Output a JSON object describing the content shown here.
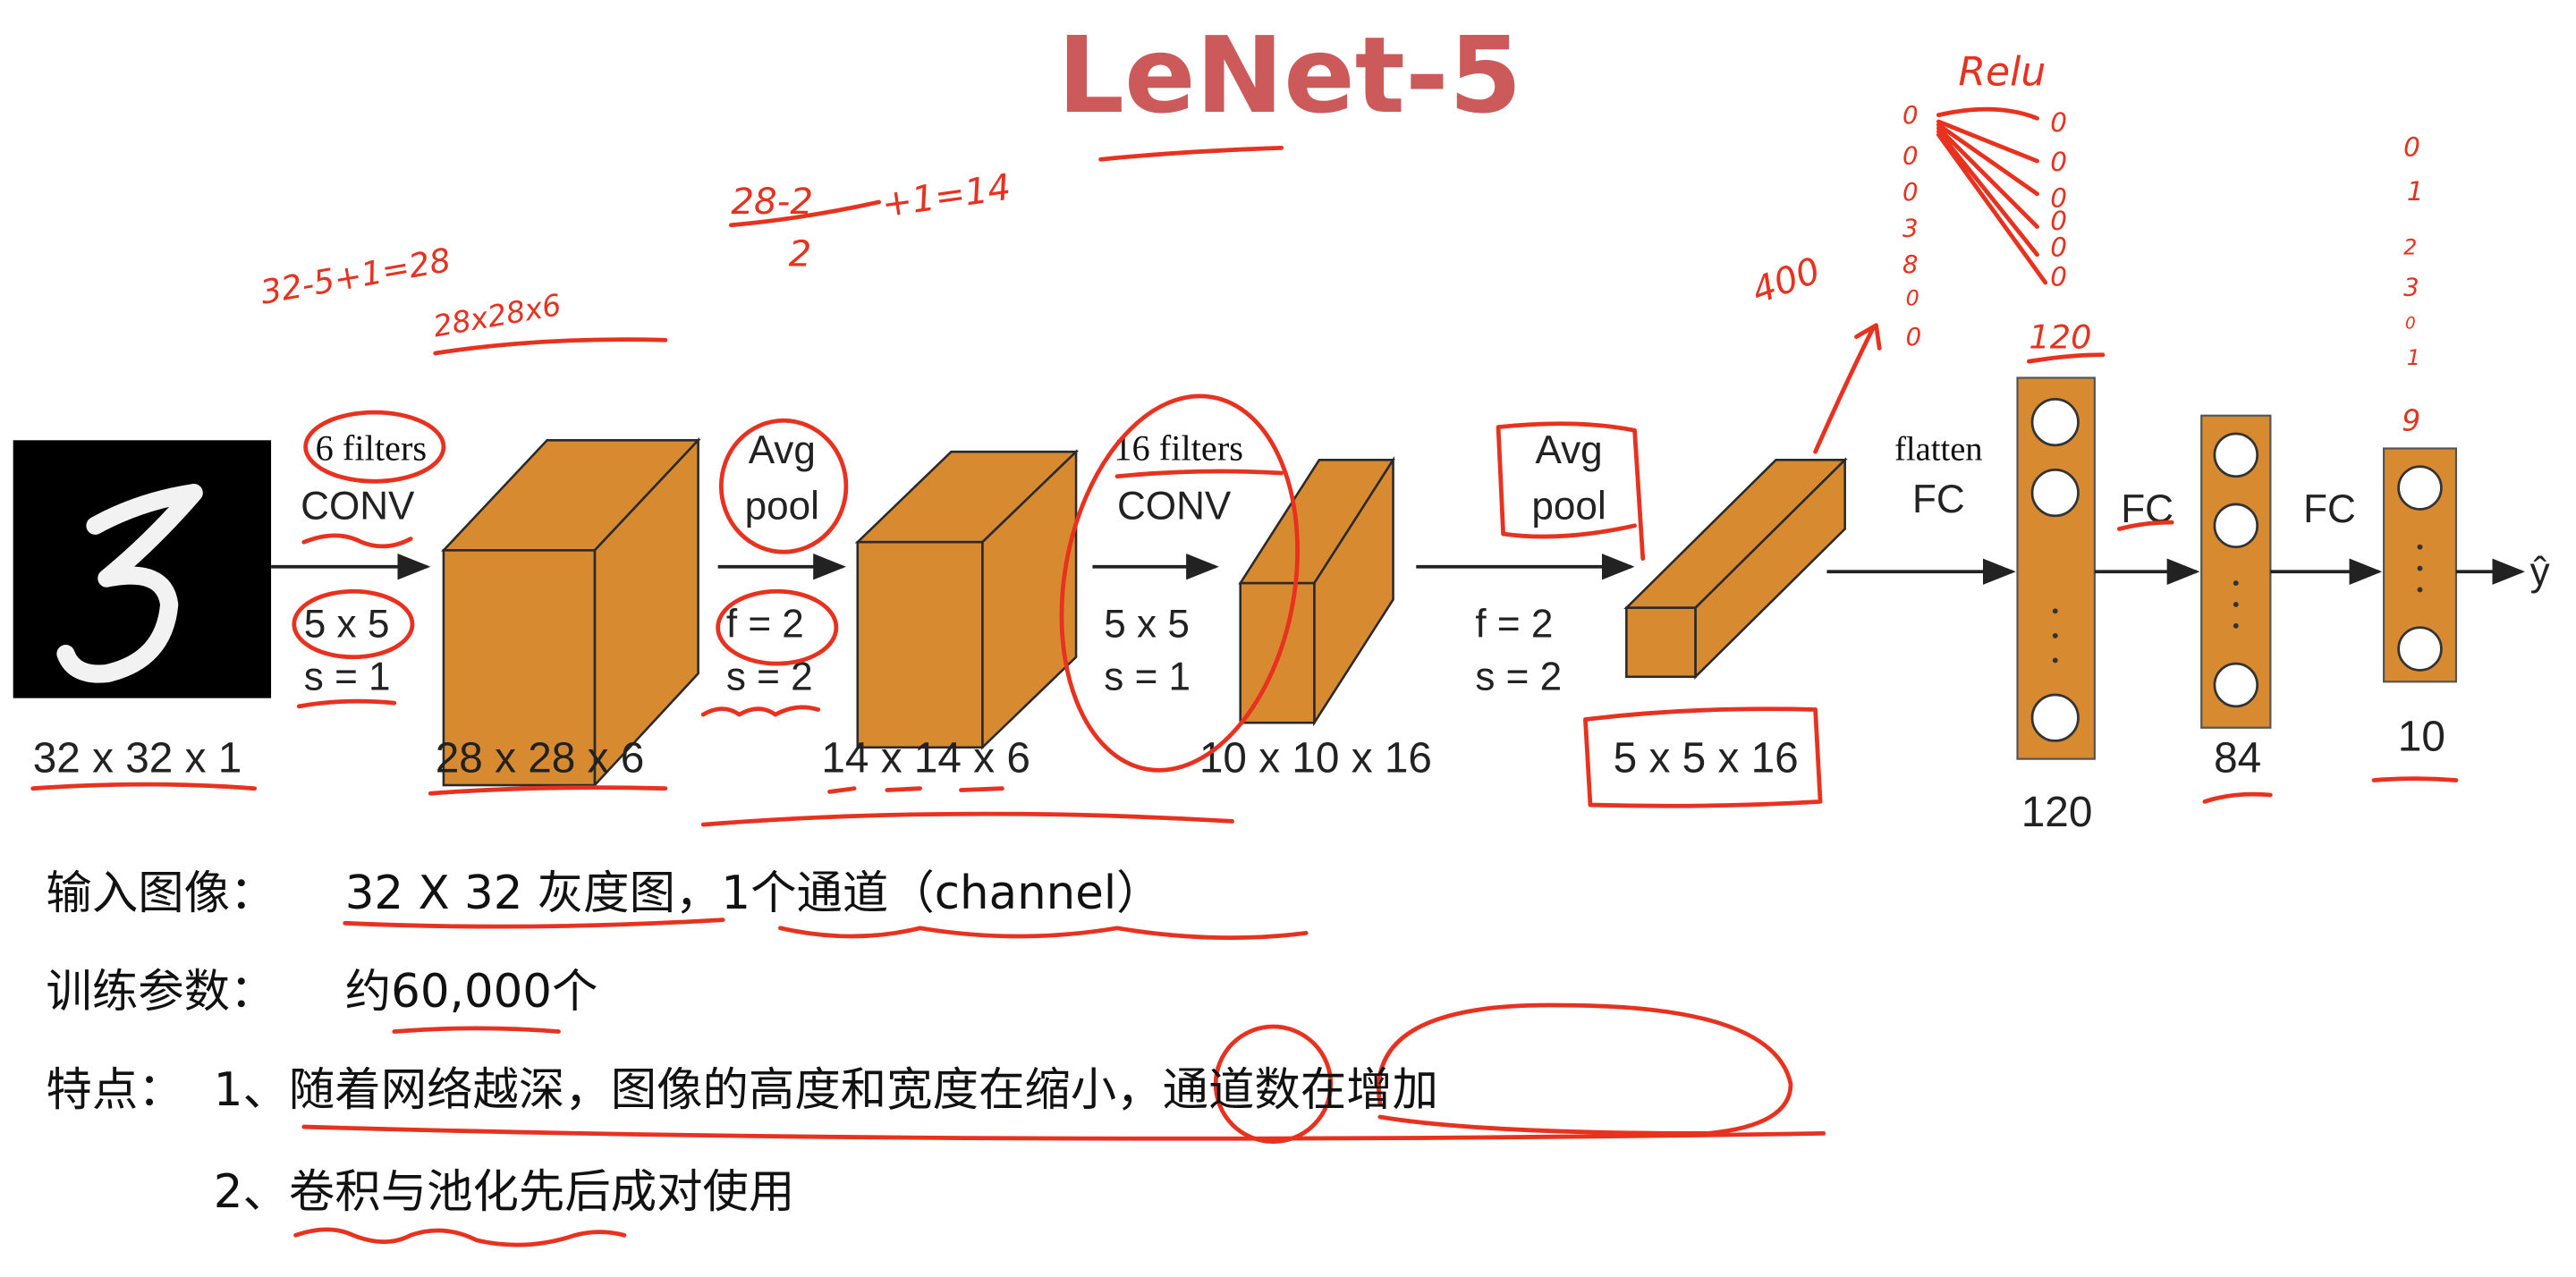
{
  "title": "LeNet-5",
  "colors": {
    "title": "#cc5a5a",
    "volume": "#d88a31",
    "annotation": "#e8311f"
  },
  "diagram": {
    "input": {
      "label": "32 x 32 x 1",
      "digit": "3"
    },
    "conv1": {
      "filters": "6 filters",
      "op": "CONV",
      "kernel": "5 x 5",
      "stride": "s = 1",
      "output": "28 x 28 x 6"
    },
    "pool1": {
      "op_line1": "Avg",
      "op_line2": "pool",
      "kernel": "f = 2",
      "stride": "s = 2",
      "output": "14 x 14 x 6"
    },
    "conv2": {
      "filters": "16 filters",
      "op": "CONV",
      "kernel": "5 x 5",
      "stride": "s = 1",
      "output": "10 x 10 x 16"
    },
    "pool2": {
      "op_line1": "Avg",
      "op_line2": "pool",
      "kernel": "f = 2",
      "stride": "s = 2",
      "output": "5 x 5 x 16"
    },
    "fc1": {
      "op_line1": "flatten",
      "op_line2": "FC",
      "output": "120"
    },
    "fc2": {
      "op": "FC",
      "output": "84"
    },
    "fc3": {
      "op": "FC",
      "output": "10"
    },
    "y_hat": "ŷ",
    "dots": "·"
  },
  "annotations": {
    "conv1_calc": "32-5+1=28",
    "conv1_shape": "28x28x6",
    "pool1_calc_num": "28-2",
    "pool1_calc_den": "2",
    "pool1_calc_rest": "+1=14",
    "flatten_count": "400",
    "relu": "Relu",
    "fc1_count": "120",
    "flatten_digits": [
      "0",
      "0",
      "0",
      "3",
      "8",
      "0",
      "0"
    ],
    "relu_digits": [
      "0",
      "0",
      "0",
      "0",
      "0",
      "0"
    ],
    "output_digits": [
      "0",
      "1",
      "2",
      "3",
      "0",
      "1",
      "9"
    ]
  },
  "notes": {
    "input_label": "输入图像：",
    "input_value": "32 X 32 灰度图，1个通道（channel）",
    "params_label": "训练参数：",
    "params_value": "约60,000个",
    "features_label": "特点：",
    "feature_1": "1、随着网络越深，图像的高度和宽度在缩小，通道数在增加",
    "feature_2": "2、卷积与池化先后成对使用"
  }
}
